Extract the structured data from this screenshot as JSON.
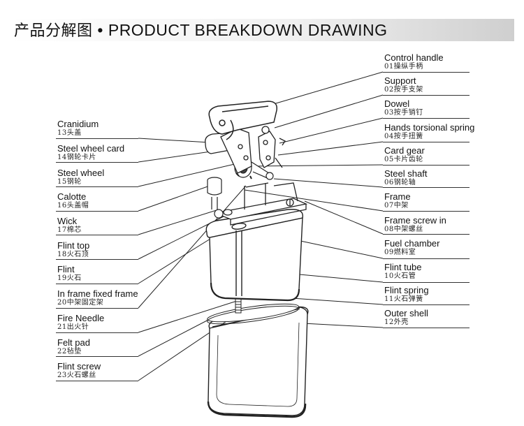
{
  "header": {
    "title_zh": "产品分解图",
    "title_sep": "•",
    "title_en": "PRODUCT BREAKDOWN DRAWING"
  },
  "labels_right": [
    {
      "en": "Control handle",
      "zh": "01操纵手柄"
    },
    {
      "en": "Support",
      "zh": "02按手支架"
    },
    {
      "en": "Dowel",
      "zh": "03按手销钉"
    },
    {
      "en": "Hands torsional spring",
      "zh": "04按手扭簧"
    },
    {
      "en": "Card gear",
      "zh": "05卡片齿轮"
    },
    {
      "en": "Steel shaft",
      "zh": "06钢轮轴"
    },
    {
      "en": "Frame",
      "zh": "07中架"
    },
    {
      "en": "Frame screw in",
      "zh": "08中架螺丝"
    },
    {
      "en": "Fuel chamber",
      "zh": "09燃料室"
    },
    {
      "en": "Flint tube",
      "zh": "10火石管"
    },
    {
      "en": "Flint spring",
      "zh": "11火石弹簧"
    },
    {
      "en": "Outer shell",
      "zh": "12外壳"
    }
  ],
  "labels_left": [
    {
      "en": "Cranidium",
      "zh": "13头盖"
    },
    {
      "en": "Steel wheel card",
      "zh": "14钢轮卡片"
    },
    {
      "en": "Steel wheel",
      "zh": "15钢轮"
    },
    {
      "en": "Calotte",
      "zh": "16头盖帽"
    },
    {
      "en": "Wick",
      "zh": "17棉芯"
    },
    {
      "en": "Flint top",
      "zh": "18火石顶"
    },
    {
      "en": "Flint",
      "zh": "19火石"
    },
    {
      "en": "In frame fixed frame",
      "zh": "20中架固定架"
    },
    {
      "en": "Fire Needle",
      "zh": "21出火针"
    },
    {
      "en": "Felt pad",
      "zh": "22毡垫"
    },
    {
      "en": "Flint screw",
      "zh": "23火石螺丝"
    }
  ]
}
